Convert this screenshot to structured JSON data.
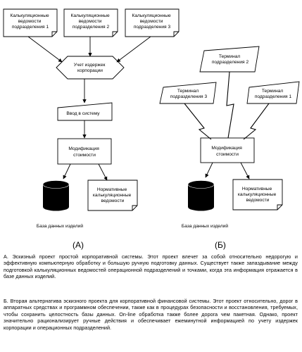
{
  "diagram_a": {
    "sources": [
      [
        "Калькуляционные",
        "ведомости",
        "подразделения 1"
      ],
      [
        "Калькуляционные",
        "ведомости",
        "подразделения 2"
      ],
      [
        "Калькуляционные",
        "ведомости",
        "подразделения 3"
      ]
    ],
    "cost_accounting": [
      "Учет издержек",
      "корпорации"
    ],
    "input": "Ввод в систему",
    "modification": [
      "Модификация",
      "стоимости"
    ],
    "database": "База данных изделий",
    "normative": [
      "Нормативные",
      "калькуляционные",
      "ведомости"
    ]
  },
  "diagram_b": {
    "terminals": [
      [
        "Терминал",
        "подразделения 2"
      ],
      [
        "Терминал",
        "подразделения 3"
      ],
      [
        "Терминал",
        "подразделения 1"
      ]
    ],
    "modification": [
      "Модификация",
      "стоимости"
    ],
    "database": "База данных изделий",
    "normative": [
      "Нормативные",
      "калькуляционные",
      "ведомости"
    ]
  },
  "labels": {
    "a": "(A)",
    "b": "(Б)"
  },
  "captions": {
    "a": "А. Эскизный проект простой корпоративной системы. Этот проект влечет за собой относительно недорогую и эффективную компьютерную обработку и большую ручную подготовку данных. Существует также запаздывание между подготовкой калькуляционных ведомостей операционной подразделений и точками, когда эта информация отражается в базе данных изделий.",
    "b": "Б. Вторая альтернатива эскизного проекта для корпоративной финансовой системы. Этот проект относительно, дорог в аппаратных средствах и программном обеспечении, также как в процедурах безопасности и восстановления, требуемых, чтобы сохранить целостность базы данных. On-line обработка также более дорога чем пакетная. Однако, проект значительно рационализирует ручные действия и обеспечивает ежеминутной информацией по учету издержек корпорации и операционных подразделений."
  }
}
